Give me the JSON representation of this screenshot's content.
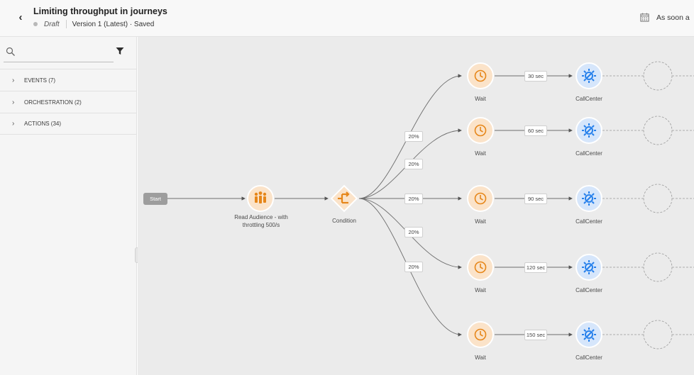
{
  "header": {
    "back_label": "‹",
    "title": "Limiting throughput in journeys",
    "status": "Draft",
    "version": "Version 1 (Latest) · Saved",
    "schedule": "As soon a"
  },
  "sidebar": {
    "search_placeholder": "",
    "categories": [
      {
        "label": "EVENTS (7)"
      },
      {
        "label": "ORCHESTRATION (2)"
      },
      {
        "label": "ACTIONS (34)"
      }
    ]
  },
  "canvas": {
    "start_label": "Start",
    "read_audience_label_1": "Read Audience - with",
    "read_audience_label_2": "throttling 500/s",
    "condition_label": "Condition",
    "branches": [
      {
        "percent": "20%",
        "wait_label": "Wait",
        "duration": "30 sec",
        "action_label": "CallCenter"
      },
      {
        "percent": "20%",
        "wait_label": "Wait",
        "duration": "60 sec",
        "action_label": "CallCenter"
      },
      {
        "percent": "20%",
        "wait_label": "Wait",
        "duration": "90 sec",
        "action_label": "CallCenter"
      },
      {
        "percent": "20%",
        "wait_label": "Wait",
        "duration": "120 sec",
        "action_label": "CallCenter"
      },
      {
        "percent": "20%",
        "wait_label": "Wait",
        "duration": "150 sec",
        "action_label": "CallCenter"
      }
    ],
    "colors": {
      "wait_fill": "#fbe3c9",
      "wait_icon": "#e68619",
      "action_fill": "#d6e6fb",
      "action_icon": "#2680eb",
      "condition_icon": "#e68619",
      "audience_fill": "#fbe3c9"
    }
  }
}
